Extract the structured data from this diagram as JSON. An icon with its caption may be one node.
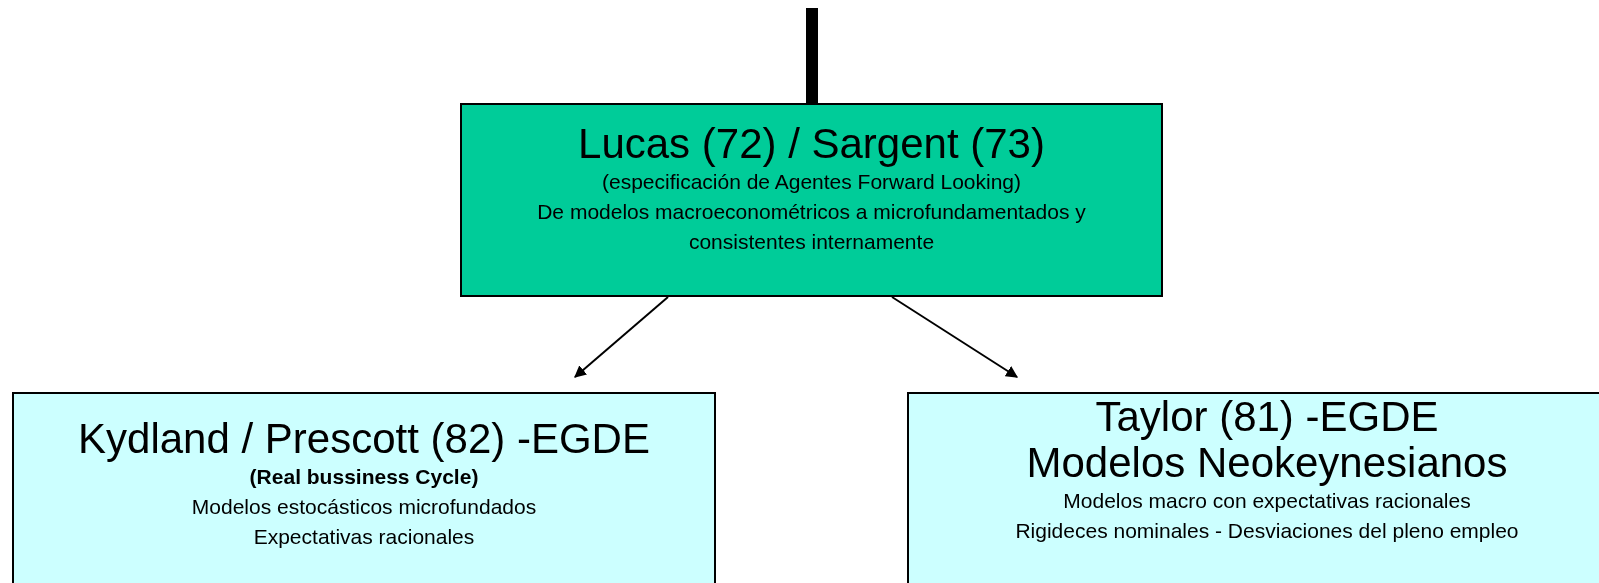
{
  "diagram": {
    "nodes": [
      {
        "text": [
          "Lucas (72) / Sargent (73)",
          "(especificación de Agentes Forward Looking)",
          "De modelos macroeconométricos a microfundamentados y consistentes internamente"
        ]
      },
      {
        "text": [
          "Kydland / Prescott (82) -EGDE",
          "(Real bussiness Cycle)",
          "Modelos estocásticos microfundados",
          "Expectativas racionales"
        ]
      },
      {
        "text": [
          "Taylor (81) -EGDE",
          "Modelos Neokeynesianos",
          "Modelos macro con expectativas racionales",
          "Rigideces nominales - Desviaciones del pleno empleo"
        ]
      }
    ],
    "edges": [
      {
        "from": null,
        "to": 0,
        "arrow": "none",
        "style": "thick"
      },
      {
        "from": 0,
        "to": 1,
        "arrow": "to"
      },
      {
        "from": 0,
        "to": 2,
        "arrow": "to"
      }
    ]
  }
}
